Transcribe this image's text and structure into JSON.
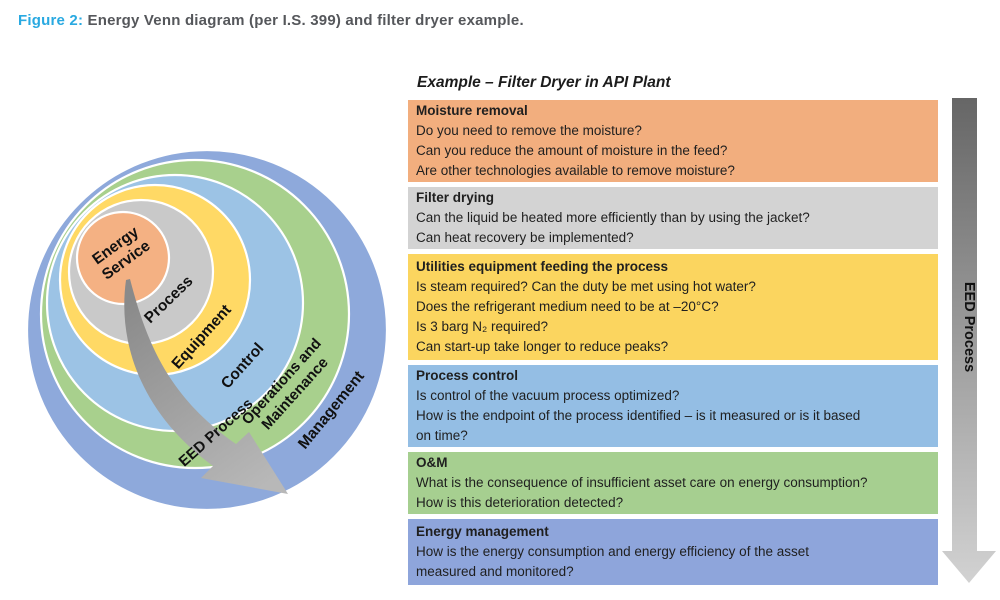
{
  "caption": {
    "prefix": "Figure 2:",
    "text": " Energy Venn diagram (per I.S. 399) and filter dryer example."
  },
  "venn": {
    "labels": {
      "management": "Management",
      "operations_line1": "Operations and",
      "operations_line2": "Maintenance",
      "control": "Control",
      "equipment": "Equipment",
      "process": "Process",
      "energy_line1": "Energy",
      "energy_line2": "Service",
      "arrow": "EED Process"
    },
    "colors": {
      "management": "#8EA9DB",
      "operations_maintenance": "#A8D08D",
      "control": "#9CC3E5",
      "equipment": "#FFD965",
      "process": "#C9C9C9",
      "energy_service": "#F4B183",
      "arrow_gray": "#A6A6A6"
    }
  },
  "example": {
    "title": "Example – Filter Dryer in API Plant",
    "boxes": [
      {
        "heading": "Moisture removal",
        "color": "#F2AE7E",
        "lines": [
          "Do you need to remove the moisture?",
          "Can you reduce the amount of moisture in the feed?",
          "Are other technologies available to remove moisture?"
        ]
      },
      {
        "heading": "Filter drying",
        "color": "#D3D3D3",
        "lines": [
          "Can the liquid be heated more efficiently than by using the jacket?",
          "Can heat recovery be implemented?"
        ]
      },
      {
        "heading": "Utilities equipment feeding the process",
        "color": "#FBD55F",
        "lines": [
          "Is steam required? Can the duty be met using hot water?",
          "Does the refrigerant medium need to be at –20°C?",
          "Is 3 barg N₂ required?",
          "Can start-up take longer to reduce peaks?"
        ]
      },
      {
        "heading": "Process control",
        "color": "#94BEE4",
        "lines": [
          "Is control of the vacuum process optimized?",
          "How is the endpoint of the process identified – is it measured or is it based",
          "on time?"
        ]
      },
      {
        "heading": "O&M",
        "color": "#A6CF90",
        "lines": [
          "What is the consequence of insufficient asset care on energy consumption?",
          "How is this deterioration detected?"
        ]
      },
      {
        "heading": "Energy management",
        "color": "#8EA5DB",
        "lines": [
          "How is the energy consumption and energy efficiency of the asset",
          "measured and monitored?"
        ]
      }
    ]
  },
  "eed_process_arrow": {
    "label": "EED Process"
  }
}
